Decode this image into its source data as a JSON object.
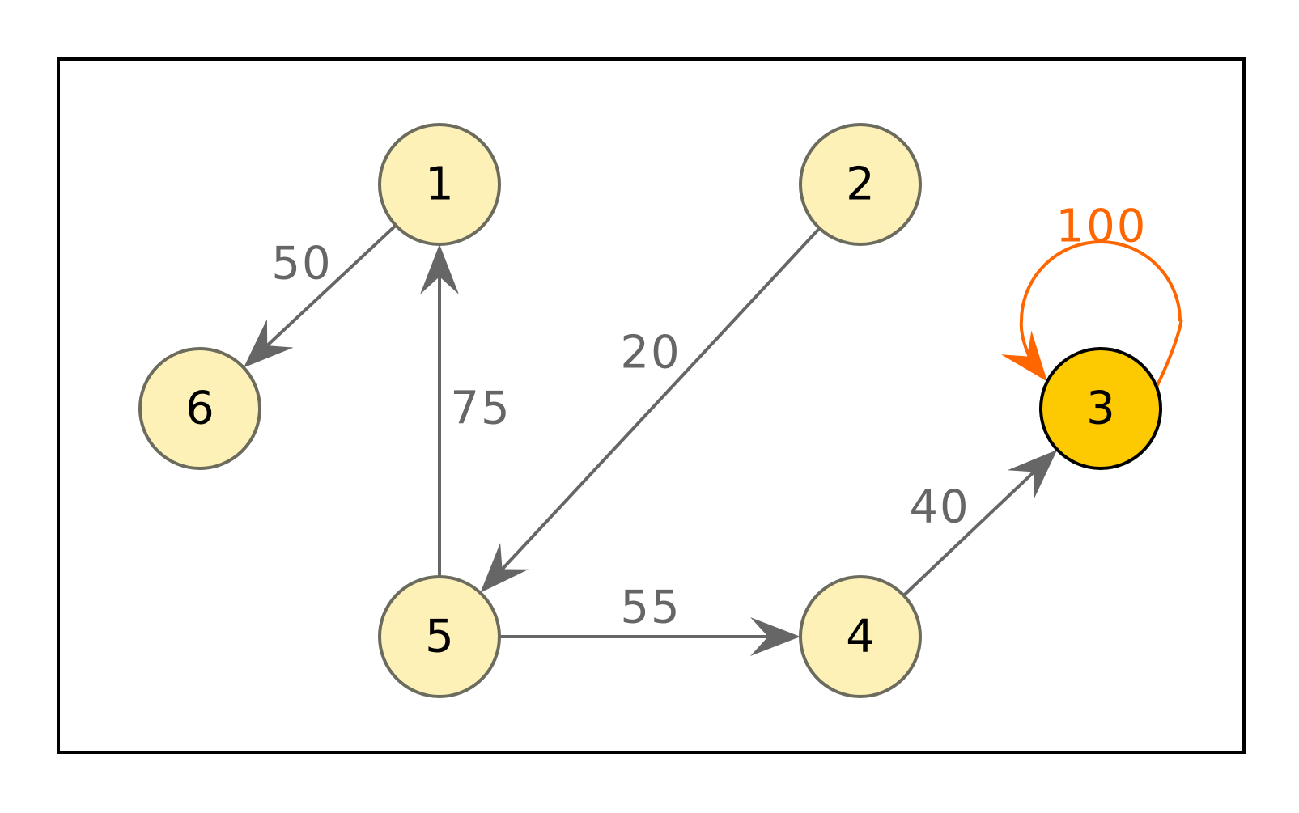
{
  "colors": {
    "node_fill": "#fdf1b8",
    "node_stroke": "#6b6b5e",
    "highlight_fill": "#fdca02",
    "highlight_stroke": "#000000",
    "edge": "#666666",
    "highlight_edge": "#ff6600",
    "frame": "#000000"
  },
  "nodes": [
    {
      "id": "1",
      "label": "1",
      "highlighted": false
    },
    {
      "id": "2",
      "label": "2",
      "highlighted": false
    },
    {
      "id": "3",
      "label": "3",
      "highlighted": true
    },
    {
      "id": "4",
      "label": "4",
      "highlighted": false
    },
    {
      "id": "5",
      "label": "5",
      "highlighted": false
    },
    {
      "id": "6",
      "label": "6",
      "highlighted": false
    }
  ],
  "edges": [
    {
      "from": "1",
      "to": "6",
      "label": "50",
      "highlighted": false
    },
    {
      "from": "2",
      "to": "5",
      "label": "20",
      "highlighted": false
    },
    {
      "from": "5",
      "to": "1",
      "label": "75",
      "highlighted": false
    },
    {
      "from": "5",
      "to": "4",
      "label": "55",
      "highlighted": false
    },
    {
      "from": "4",
      "to": "3",
      "label": "40",
      "highlighted": false
    },
    {
      "from": "3",
      "to": "3",
      "label": "100",
      "highlighted": true
    }
  ]
}
